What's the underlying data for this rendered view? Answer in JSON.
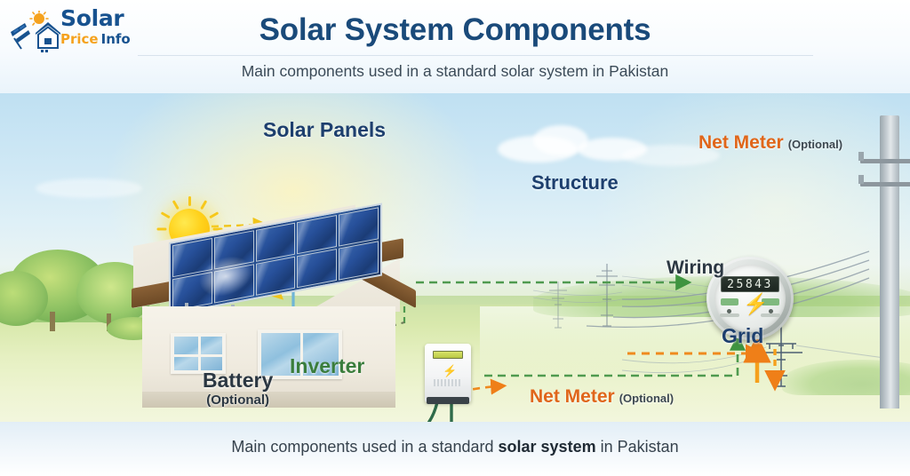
{
  "brand": {
    "name_top": "Solar",
    "name_mid": "Price",
    "name_end": "Info",
    "logo_icon": "solar-panel-house-sun-logo"
  },
  "header": {
    "title": "Solar System Components",
    "subtitle": "Main components used in a standard solar system in Pakistan"
  },
  "labels": {
    "solar_panels": "Solar Panels",
    "structure": "Structure",
    "net_meter_top": "Net Meter",
    "net_meter_top_optional": "(Optional)",
    "wiring": "Wiring",
    "grid": "Grid",
    "inverter": "Inverter",
    "battery": "Battery",
    "battery_optional": "(Optional)",
    "net_meter_bottom": "Net Meter",
    "net_meter_bottom_optional": "(Optional)"
  },
  "meter": {
    "reading": "25843",
    "bolt_icon": "lightning-bolt-icon"
  },
  "icons": {
    "sun": "sun-icon",
    "battery_bolt": "lightning-bolt-icon",
    "inverter_bolt": "lightning-bolt-icon"
  },
  "footer": {
    "text_before": "Main components used in a standard ",
    "text_bold": "solar system",
    "text_after": " in Pakistan"
  },
  "colors": {
    "title_navy": "#1a4a7a",
    "label_navy": "#1d3f6e",
    "label_orange": "#e0661a",
    "label_green": "#3a7d3c",
    "brand_orange": "#f5a21e",
    "brand_blue": "#17528f",
    "arrow_yellow": "#f0c419",
    "arrow_green": "#4f9a4f",
    "arrow_orange": "#f08a1e",
    "sky_blue": "#bfe0f2",
    "grass_green": "#d9e9ad"
  }
}
